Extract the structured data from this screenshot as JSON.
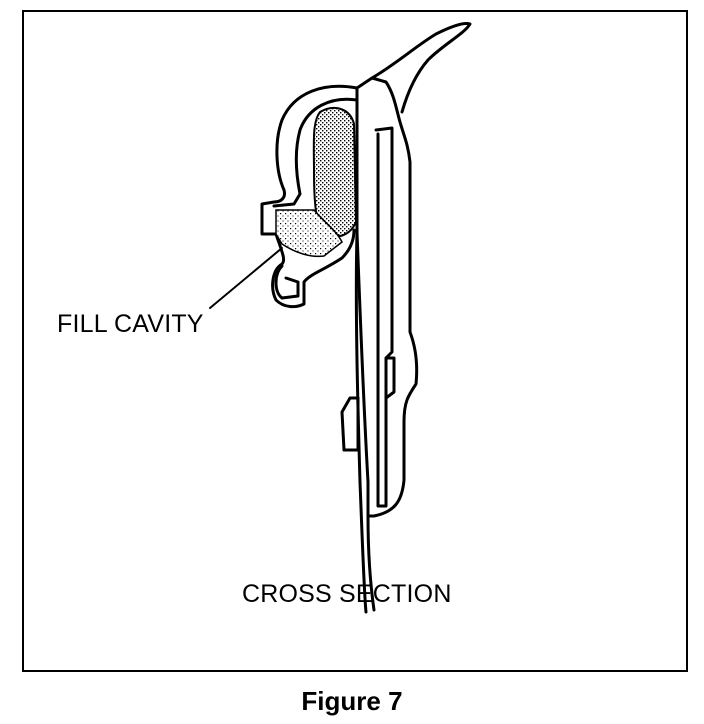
{
  "labels": {
    "fill_cavity": "FILL CAVITY",
    "cross_section": "CROSS SECTION"
  },
  "caption": "Figure 7"
}
